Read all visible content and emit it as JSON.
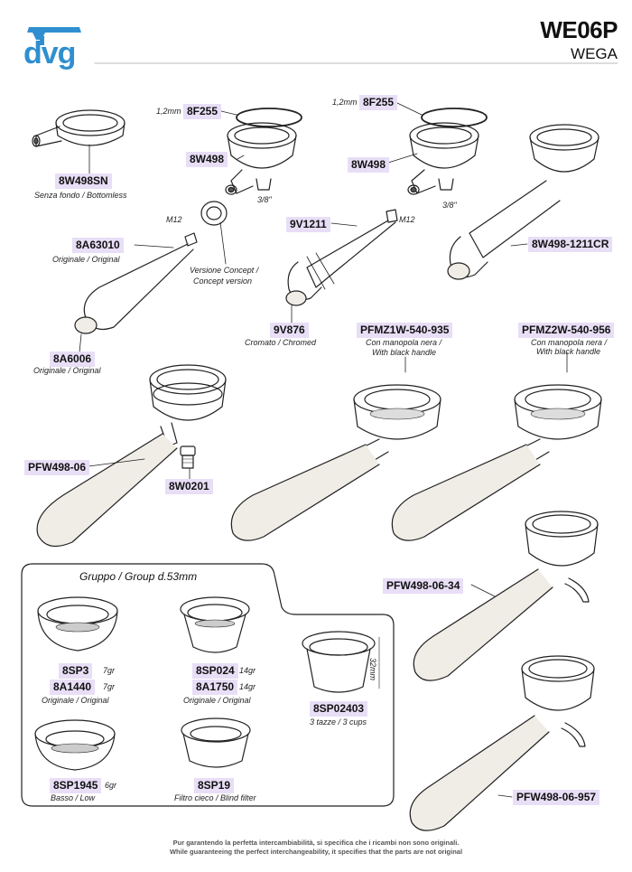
{
  "header": {
    "logo_text": "dvg",
    "model": "WE06P",
    "brand": "WEGA"
  },
  "parts": {
    "p8w498sn": {
      "code": "8W498SN",
      "desc": "Senza fondo / Bottomless"
    },
    "p8f255a": {
      "code": "8F255",
      "note": "1,2mm"
    },
    "p8w498a": {
      "code": "8W498",
      "note": "3/8\""
    },
    "p8a63010": {
      "code": "8A63010",
      "desc": "Originale / Original",
      "note": "M12"
    },
    "concept": {
      "desc_line1": "Versione Concept /",
      "desc_line2": "Concept version"
    },
    "p8a6006": {
      "code": "8A6006",
      "desc": "Originale / Original"
    },
    "p8f255b": {
      "code": "8F255",
      "note": "1,2mm"
    },
    "p8w498b": {
      "code": "8W498",
      "note": "3/8\""
    },
    "p9v1211": {
      "code": "9V1211",
      "note": "M12"
    },
    "p8w4981211cr": {
      "code": "8W498-1211CR"
    },
    "p9v876": {
      "code": "9V876",
      "desc": "Cromato / Chromed"
    },
    "pfmz1w": {
      "code": "PFMZ1W-540-935",
      "desc_line1": "Con manopola nera /",
      "desc_line2": "With black handle"
    },
    "pfmz2w": {
      "code": "PFMZ2W-540-956",
      "desc_line1": "Con manopola nera /",
      "desc_line2": "With black handle"
    },
    "pfw49806": {
      "code": "PFW498-06"
    },
    "p8w0201": {
      "code": "8W0201"
    },
    "pfw4980634": {
      "code": "PFW498-06-34"
    },
    "pfw49806957": {
      "code": "PFW498-06-957"
    }
  },
  "group": {
    "title": "Gruppo / Group d.53mm",
    "sp3": {
      "code": "8SP3",
      "weight": "7gr"
    },
    "a1440": {
      "code": "8A1440",
      "weight": "7gr",
      "desc": "Originale / Original"
    },
    "sp024": {
      "code": "8SP024",
      "weight": "14gr"
    },
    "a1750": {
      "code": "8A1750",
      "weight": "14gr",
      "desc": "Originale / Original"
    },
    "sp02403": {
      "code": "8SP02403",
      "desc": "3 tazze / 3 cups",
      "dim": "32mm"
    },
    "sp1945": {
      "code": "8SP1945",
      "weight": "6gr",
      "desc": "Basso / Low"
    },
    "sp19": {
      "code": "8SP19",
      "desc": "Filtro cieco / Blind filter"
    }
  },
  "footer": {
    "line1": "Pur garantendo la perfetta intercambiabilità, si specifica che i ricambi non sono originali.",
    "line2": "While guaranteeing the perfect interchangeability, it specifies that the parts are not original"
  },
  "colors": {
    "logo": "#2f8fd0",
    "code_bg": "#e8def6",
    "handle": "#f0ece6"
  }
}
